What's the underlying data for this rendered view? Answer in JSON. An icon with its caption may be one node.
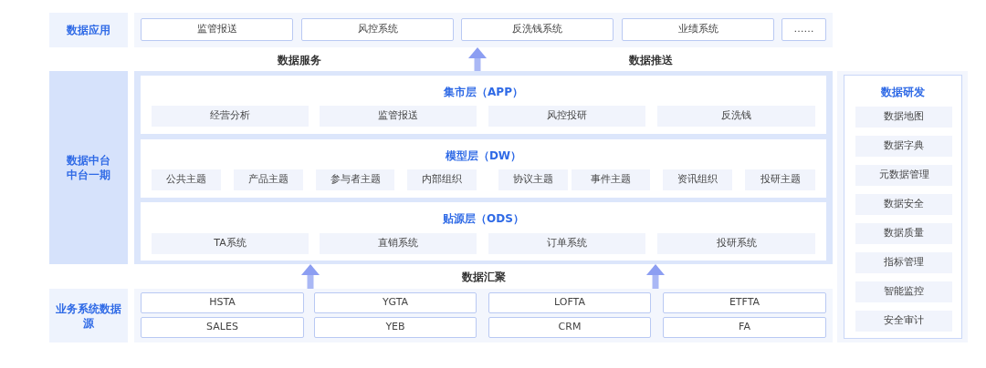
{
  "diagram": {
    "nodes": [
      {
        "text": [
          "数据应用"
        ]
      },
      {
        "text": [],
        "shape": "box"
      },
      {
        "text": [
          "监管报送"
        ],
        "in": 1
      },
      {
        "text": [
          "风控系统"
        ],
        "in": 1
      },
      {
        "text": [
          "反洗钱系统"
        ],
        "in": 1
      },
      {
        "text": [
          "业绩系统"
        ],
        "in": 1
      },
      {
        "text": [
          "……"
        ],
        "in": 1
      },
      {
        "text": [
          "数据中台",
          "中台一期"
        ]
      },
      {
        "text": [],
        "shape": "box"
      },
      {
        "text": [
          "集市层（APP）"
        ],
        "in": 8
      },
      {
        "text": [
          "经营分析"
        ],
        "in": 9
      },
      {
        "text": [
          "监管报送"
        ],
        "in": 9
      },
      {
        "text": [
          "风控投研"
        ],
        "in": 9
      },
      {
        "text": [
          "反洗钱"
        ],
        "in": 9
      },
      {
        "text": [
          "模型层（DW）"
        ],
        "in": 8
      },
      {
        "text": [
          "公共主题"
        ],
        "in": 14
      },
      {
        "text": [
          "产品主题"
        ],
        "in": 14
      },
      {
        "text": [
          "参与者主题"
        ],
        "in": 14
      },
      {
        "text": [
          "内部组织"
        ],
        "in": 14
      },
      {
        "text": [
          "协议主题"
        ],
        "in": 14
      },
      {
        "text": [
          "事件主题"
        ],
        "in": 14
      },
      {
        "text": [
          "资讯组织"
        ],
        "in": 14
      },
      {
        "text": [
          "投研主题"
        ],
        "in": 14
      },
      {
        "text": [
          "贴源层（ODS）"
        ],
        "in": 8
      },
      {
        "text": [
          "TA系统"
        ],
        "in": 23
      },
      {
        "text": [
          "直销系统"
        ],
        "in": 23
      },
      {
        "text": [
          "订单系统"
        ],
        "in": 23
      },
      {
        "text": [
          "投研系统"
        ],
        "in": 23
      },
      {
        "text": [
          "数据研发"
        ]
      },
      {
        "text": [
          "数据地图"
        ],
        "in": 28
      },
      {
        "text": [
          "数据字典"
        ],
        "in": 28
      },
      {
        "text": [
          "元数据管理"
        ],
        "in": 28
      },
      {
        "text": [
          "数据安全"
        ],
        "in": 28
      },
      {
        "text": [
          "数据质量"
        ],
        "in": 28
      },
      {
        "text": [
          "指标管理"
        ],
        "in": 28
      },
      {
        "text": [
          "智能监控"
        ],
        "in": 28
      },
      {
        "text": [
          "安全审计"
        ],
        "in": 28
      },
      {
        "text": [
          "业务系统数据源"
        ]
      },
      {
        "text": [],
        "shape": "box"
      },
      {
        "text": [
          "HSTA"
        ],
        "in": 38
      },
      {
        "text": [
          "YGTA"
        ],
        "in": 38
      },
      {
        "text": [
          "LOFTA"
        ],
        "in": 38
      },
      {
        "text": [
          "ETFTA"
        ],
        "in": 38
      },
      {
        "text": [
          "SALES"
        ],
        "in": 38
      },
      {
        "text": [
          "YEB"
        ],
        "in": 38
      },
      {
        "text": [
          "CRM"
        ],
        "in": 38
      },
      {
        "text": [
          "FA"
        ],
        "in": 38
      }
    ],
    "edges": [
      {
        "from": 8,
        "to": 1,
        "arrow": "to"
      },
      {
        "from": 38,
        "to": 8,
        "arrow": "to"
      },
      {
        "from": 38,
        "to": 8,
        "arrow": "to"
      }
    ],
    "labels": [
      "数据服务",
      "数据推送",
      "数据汇聚"
    ]
  }
}
